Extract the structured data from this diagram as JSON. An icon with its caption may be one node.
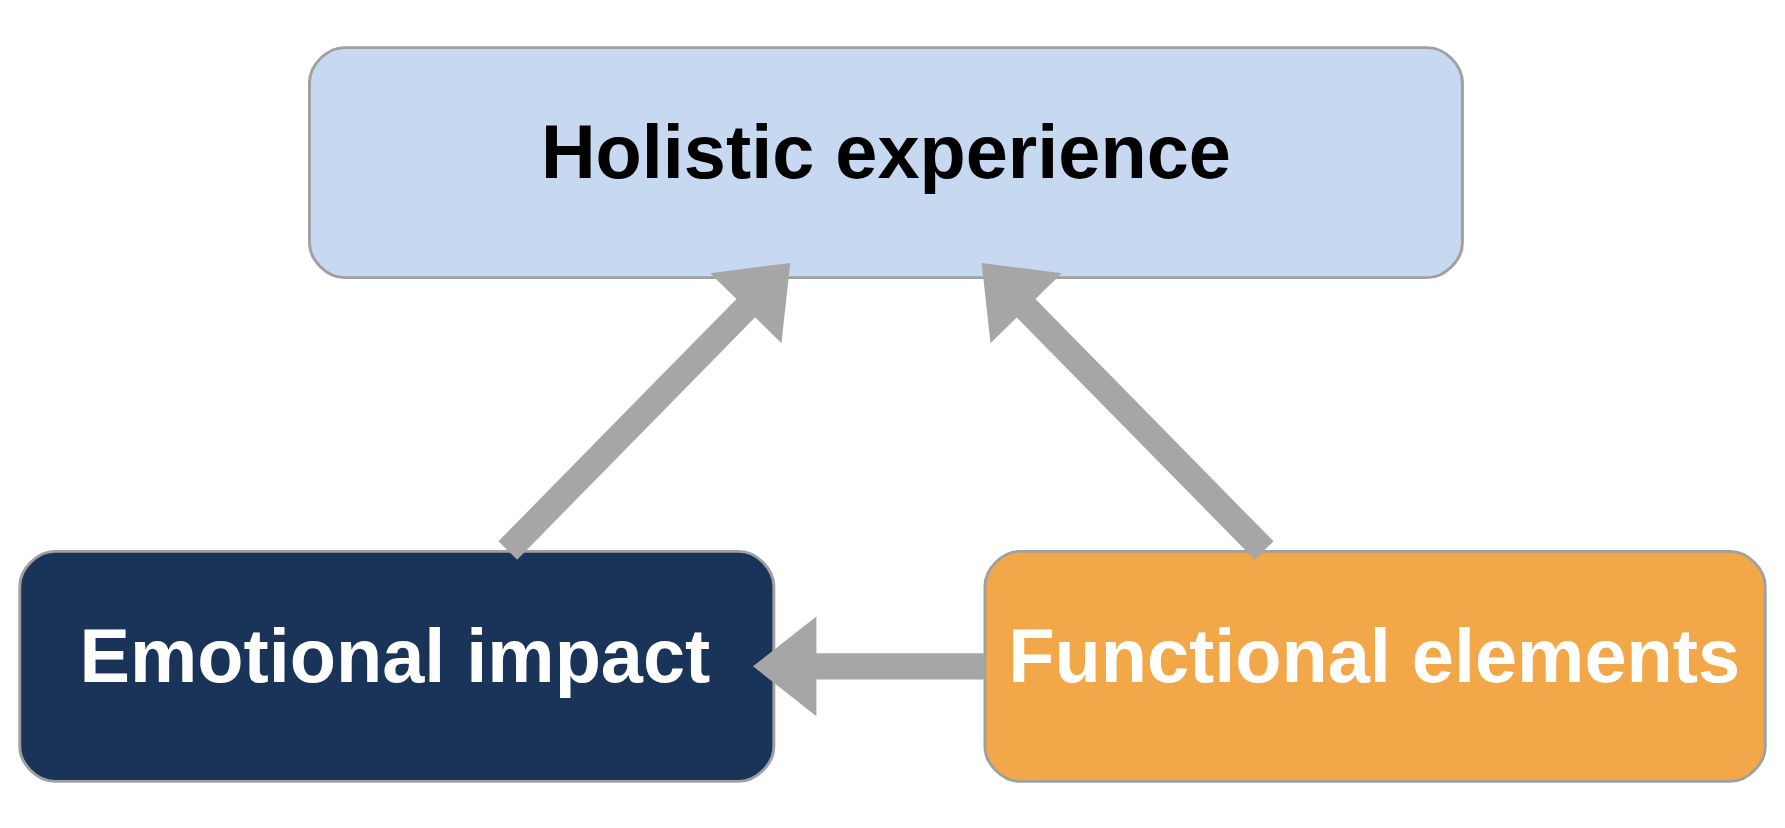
{
  "diagram": {
    "nodes": [
      {
        "text": [
          "Holistic experience"
        ]
      },
      {
        "text": [
          "Emotional impact"
        ]
      },
      {
        "text": [
          "Functional elements"
        ]
      }
    ],
    "edges": [
      {
        "from": 1,
        "to": 0,
        "arrow": "to"
      },
      {
        "from": 2,
        "to": 0,
        "arrow": "to"
      },
      {
        "from": 2,
        "to": 1,
        "arrow": "to"
      }
    ]
  }
}
